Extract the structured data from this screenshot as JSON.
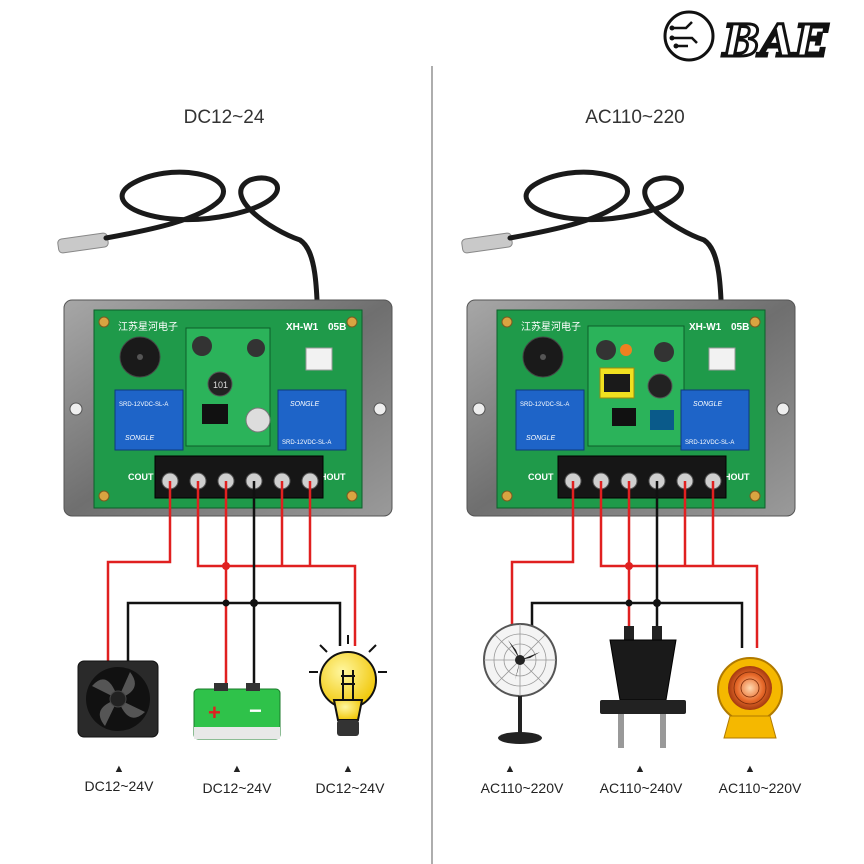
{
  "brand": {
    "logo_text": "BAE"
  },
  "left_panel": {
    "heading": "DC12~24",
    "board": {
      "maker_text": "江苏星河电子",
      "model_text": "XH-W1",
      "model_suffix": "05B",
      "cout_label": "COUT",
      "hout_label": "HOUT",
      "relay_brand": "SONGLE",
      "relay_model": "SRD-12VDC-SL-A",
      "inductor_code": "101"
    },
    "devices": [
      {
        "name": "fan",
        "caption": "DC12~24V"
      },
      {
        "name": "battery",
        "caption": "DC12~24V",
        "plus": "+",
        "minus": "−"
      },
      {
        "name": "bulb",
        "caption": "DC12~24V"
      }
    ]
  },
  "right_panel": {
    "heading": "AC110~220",
    "board": {
      "maker_text": "江苏星河电子",
      "model_text": "XH-W1",
      "model_suffix": "05B",
      "cout_label": "COUT",
      "hout_label": "HOUT",
      "relay_brand": "SONGLE",
      "relay_model": "SRD-12VDC-SL-A"
    },
    "devices": [
      {
        "name": "fan",
        "caption": "AC110~220V"
      },
      {
        "name": "plug",
        "caption": "AC110~240V"
      },
      {
        "name": "heater",
        "caption": "AC110~220V"
      }
    ]
  },
  "marker_glyph": "▲",
  "colors": {
    "live_wire": "#e02020",
    "neutral_wire": "#111111",
    "pcb": "#1f9a4a",
    "plate": "#8a8a8a",
    "bulb": "#f5d000",
    "battery": "#2fc24a",
    "heater": "#f5b800"
  }
}
